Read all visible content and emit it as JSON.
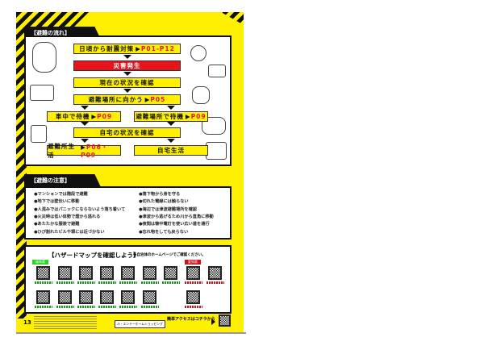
{
  "flow": {
    "tab": "【避難の流れ】",
    "steps": [
      {
        "label": "日頃から耐震対策",
        "page": "P01-P12"
      },
      {
        "label": "災害発生",
        "page": ""
      },
      {
        "label": "現在の状況を確認",
        "page": ""
      },
      {
        "label": "避難場所に向かう",
        "page": "P05"
      },
      {
        "label": "車中で待機",
        "page": "P09"
      },
      {
        "label": "避難場所で待機",
        "page": "P09"
      },
      {
        "label": "自宅の状況を確認",
        "page": ""
      },
      {
        "label": "避難所生活",
        "page": "P06・P09"
      },
      {
        "label": "自宅生活",
        "page": ""
      }
    ]
  },
  "caution": {
    "tab": "【避難の注意】",
    "left": [
      "●マンションでは階段で避難",
      "●地下では壁伝いに移動",
      "●人混みではパニックにならないよう落ち着いて",
      "●火災時は低い体勢で煙から逃れる",
      "●あたたかな服装で避難",
      "●ひび割れたビルや塀には近づかない"
    ],
    "right": [
      "●落下物から身を守る",
      "●切れた電線には触らない",
      "●海辺では津波避難場所を確認",
      "●津波から逃げるため川から直角に移動",
      "●夜間は懐中電灯を使い広い道を通行",
      "●忘れ物をしても戻らない"
    ]
  },
  "hazard": {
    "title": "【ハザードマップを確認しよう】",
    "subtitle": "各自治体のホームページでご確認ください。",
    "green_tag": "岐阜県",
    "red_tag": "愛知県"
  },
  "footer": {
    "page_number": "13",
    "access": "簡単アクセスはコチラから",
    "shop": "ル・エンテーホームショッピング"
  },
  "colors": {
    "yellow": "#ffef00",
    "red": "#e8141c",
    "green": "#1a9a1a"
  }
}
